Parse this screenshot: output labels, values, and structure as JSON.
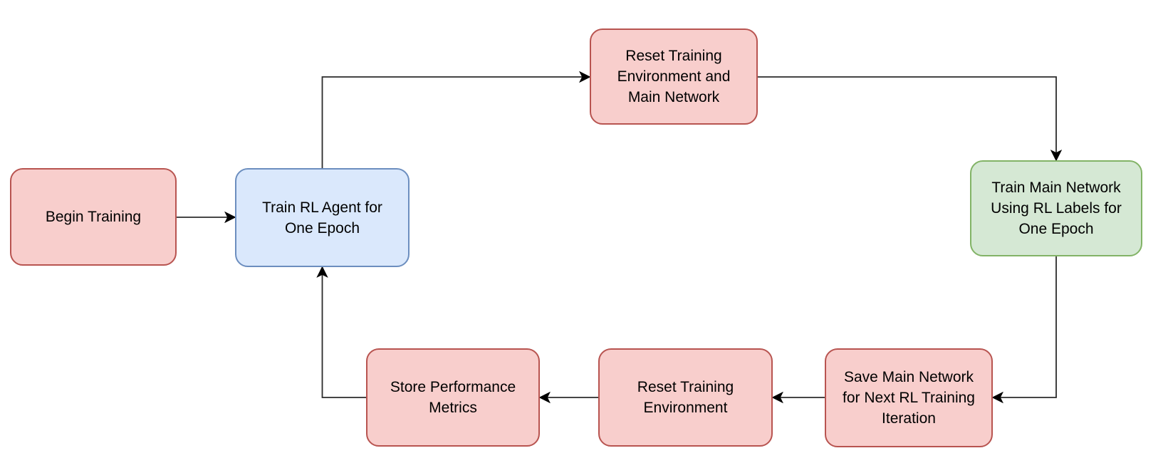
{
  "diagram": {
    "type": "flowchart",
    "background_color": "#ffffff",
    "colors": {
      "red_fill": "#f8cecc",
      "red_stroke": "#b85450",
      "blue_fill": "#dae8fc",
      "blue_stroke": "#6c8ebf",
      "green_fill": "#d5e8d4",
      "green_stroke": "#82b366",
      "connector": "#2b2b2b",
      "text": "#000000"
    },
    "nodes": [
      {
        "id": "begin-training",
        "label": "Begin Training",
        "lines": [
          "Begin Training"
        ],
        "color": "red"
      },
      {
        "id": "train-rl-agent",
        "label": "Train RL Agent for One Epoch",
        "lines": [
          "Train RL Agent for",
          "One Epoch"
        ],
        "color": "blue"
      },
      {
        "id": "reset-env-and-main-network",
        "label": "Reset Training Environment and Main Network",
        "lines": [
          "Reset Training",
          "Environment and",
          "Main Network"
        ],
        "color": "red"
      },
      {
        "id": "train-main-network",
        "label": "Train Main Network Using RL Labels for One Epoch",
        "lines": [
          "Train Main Network",
          "Using RL Labels for",
          "One Epoch"
        ],
        "color": "green"
      },
      {
        "id": "save-main-network",
        "label": "Save Main Network for Next RL Training Iteration",
        "lines": [
          "Save Main Network",
          "for Next RL Training",
          "Iteration"
        ],
        "color": "red"
      },
      {
        "id": "reset-training-environment",
        "label": "Reset Training Environment",
        "lines": [
          "Reset Training",
          "Environment"
        ],
        "color": "red"
      },
      {
        "id": "store-performance-metrics",
        "label": "Store Performance Metrics",
        "lines": [
          "Store Performance",
          "Metrics"
        ],
        "color": "red"
      }
    ],
    "edges": [
      {
        "from": "begin-training",
        "to": "train-rl-agent"
      },
      {
        "from": "train-rl-agent",
        "to": "reset-env-and-main-network"
      },
      {
        "from": "reset-env-and-main-network",
        "to": "train-main-network"
      },
      {
        "from": "train-main-network",
        "to": "save-main-network"
      },
      {
        "from": "save-main-network",
        "to": "reset-training-environment"
      },
      {
        "from": "reset-training-environment",
        "to": "store-performance-metrics"
      },
      {
        "from": "store-performance-metrics",
        "to": "train-rl-agent"
      }
    ]
  }
}
